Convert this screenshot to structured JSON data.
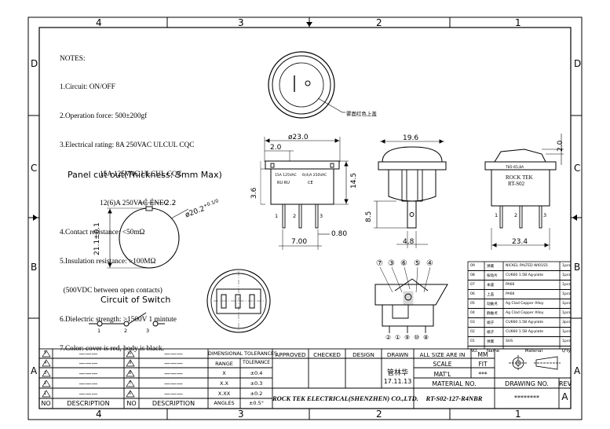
{
  "border": {
    "cols_top": [
      "4",
      "3",
      "2",
      "1"
    ],
    "cols_bottom": [
      "4",
      "3",
      "2",
      "1"
    ],
    "rows_left": [
      "D",
      "C",
      "B",
      "A"
    ],
    "rows_right": [
      "D",
      "C",
      "B",
      "A"
    ]
  },
  "notes": {
    "title": "NOTES:",
    "lines": [
      "1.Circuit: ON/OFF",
      "2.Operation force: 500±200gf",
      "3.Electrical rating: 8A 250VAC ULCUL CQC",
      "                      15A 125VAC ULCUL CQC",
      "                      12(6)A 250VAC ENEC",
      "4.Contact resistance: <50mΩ",
      "5.Insulation resistance: >100MΩ",
      "  (500VDC between open contacts)",
      "6.Dielectric strength: >1500V 1 mintute",
      "7.Color: cover is red, body is black."
    ]
  },
  "panel_cutout": {
    "title": "Panel cut out(Thickness: 3mm Max)",
    "dim_width": "21.1±0.1",
    "dim_notch": "2.2",
    "dim_dia": "ø20.2",
    "dim_dia_tol": "+0.1/0"
  },
  "circuit": {
    "title": "Circuit of Switch",
    "pins": [
      "1",
      "2",
      "3"
    ]
  },
  "top_view": {
    "callout": "雾面红色上盖"
  },
  "front_view": {
    "dim_dia": "ø23.0",
    "dim_offset": "2.0",
    "dim_body": "14.5",
    "dim_flange": "3.6",
    "dim_term_w": "0.80",
    "dim_pitch": "7.00",
    "pins": [
      "1",
      "2",
      "3"
    ],
    "label1": "15A 125VAC",
    "label2": "6(4)A 250VAC",
    "label3": "RU RU",
    "label4": "CE"
  },
  "side_view": {
    "dim_top": "19.6",
    "dim_term": "8.5",
    "dim_tab": "4.8"
  },
  "right_view": {
    "dim_rocker": "2.0",
    "dim_width": "23.4",
    "brand": "ROCK TEK",
    "model": "RT-S02",
    "tag": "T85-65,8A",
    "pins": [
      "1",
      "2",
      "3"
    ]
  },
  "section_balloons": [
    "⑦",
    "③",
    "⑥",
    "⑤",
    "④",
    "②",
    "①",
    "⑨",
    "⑩",
    "⑧"
  ],
  "bom": [
    {
      "no": "09",
      "name": "弹簧",
      "spec": "NICKEL PALTED WI01S5",
      "qty": "1pcs"
    },
    {
      "no": "08",
      "name": "按动片",
      "spec": "CU660 1.5B Ag-plate",
      "qty": "1pcs"
    },
    {
      "no": "07",
      "name": "本座",
      "spec": "PA66",
      "qty": "1pcs"
    },
    {
      "no": "06",
      "name": "上盖",
      "spec": "PA66",
      "qty": "1pcs"
    },
    {
      "no": "05",
      "name": "动触点",
      "spec": "Ag Clad Copper Alloy",
      "qty": "1pcs"
    },
    {
      "no": "04",
      "name": "静触点",
      "spec": "Ag Clad Copper Alloy",
      "qty": "1pcs"
    },
    {
      "no": "03",
      "name": "端子",
      "spec": "CU660 1.5B Ag-plate",
      "qty": "3pcs"
    },
    {
      "no": "02",
      "name": "端子",
      "spec": "CU660 1.5B Ag-plate",
      "qty": "1pcs"
    },
    {
      "no": "01",
      "name": "弹簧",
      "spec": "SUS",
      "qty": "1pcs"
    }
  ],
  "bom_header": {
    "no": "NO.",
    "name": "Name",
    "spec": "Material",
    "qty": "Q'ty"
  },
  "title_block": {
    "rev_rows": [
      "5",
      "4",
      "3",
      "2",
      "1"
    ],
    "rev_rows2": [
      "10",
      "9",
      "8",
      "7",
      "6"
    ],
    "dash": "———",
    "no": "NO",
    "description": "DESCRIPTION",
    "dim_tol": "DIMENSIONAL TOLERANCES",
    "range": "RANGE",
    "tolerance": "TOLERANCE",
    "tol_rows": [
      {
        "range": "X",
        "tol": "±0.4"
      },
      {
        "range": "X.X",
        "tol": "±0.3"
      },
      {
        "range": "X.XX",
        "tol": "±0.2"
      },
      {
        "range": "ANGLES",
        "tol": "±0.5°"
      }
    ],
    "approved": "APPROVED",
    "checked": "CHECKED",
    "design": "DESIGN",
    "drawn": "DRAWN",
    "drawn_name": "管林华",
    "drawn_date": "17.11.13",
    "company": "ROCK TEK ELECTRICAL(SHENZHEN) CO.,LTD.",
    "all_size": "ALL SIZE ARE IN",
    "unit": "MM",
    "scale": "SCALE",
    "scale_val": "FIT",
    "matl": "MAT'L",
    "matl_val": "***",
    "material_no": "MATERIAL NO.",
    "drawing_no": "DRAWING NO.",
    "rev": "REV",
    "part_no": "RT-S02-127-R4NBR",
    "drawing_no_val": "********",
    "rev_val": "A"
  }
}
